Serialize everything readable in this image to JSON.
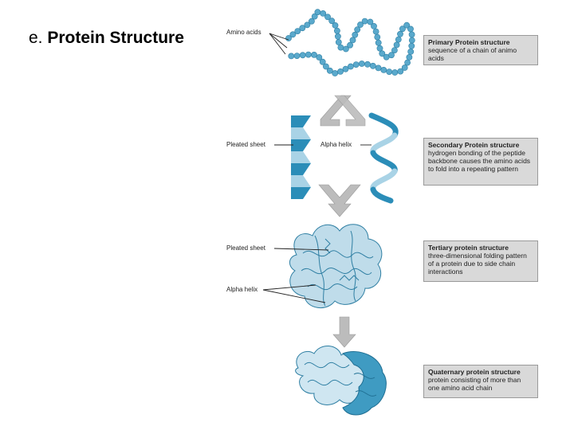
{
  "title": {
    "letter": "e.",
    "text": "Protein Structure"
  },
  "labels": {
    "amino_acids": "Amino acids",
    "pleated_sheet_secondary": "Pleated sheet",
    "alpha_helix_secondary": "Alpha helix",
    "pleated_sheet_tertiary": "Pleated sheet",
    "alpha_helix_tertiary": "Alpha helix"
  },
  "boxes": {
    "primary": {
      "heading": "Primary Protein structure",
      "body": "sequence of a chain of animo acids"
    },
    "secondary": {
      "heading": "Secondary Protein structure",
      "body": "hydrogen bonding of the peptide backbone causes the amino acids to fold into a repeating pattern"
    },
    "tertiary": {
      "heading": "Tertiary protein structure",
      "body": "three-dimensional folding pattern of a protein due to side chain interactions"
    },
    "quaternary": {
      "heading": "Quaternary protein structure",
      "body": "protein consisting of more than one amino acid chain"
    }
  },
  "colors": {
    "bead": "#5aa9cc",
    "bead_stroke": "#2f7fa3",
    "sheet_dark": "#2b8db8",
    "sheet_light": "#a9d3e6",
    "tertiary_fill": "#bfdcea",
    "quaternary_dark": "#3f9bc2",
    "arrow": "#bcbcbc",
    "box_bg": "#d9d9d9"
  }
}
